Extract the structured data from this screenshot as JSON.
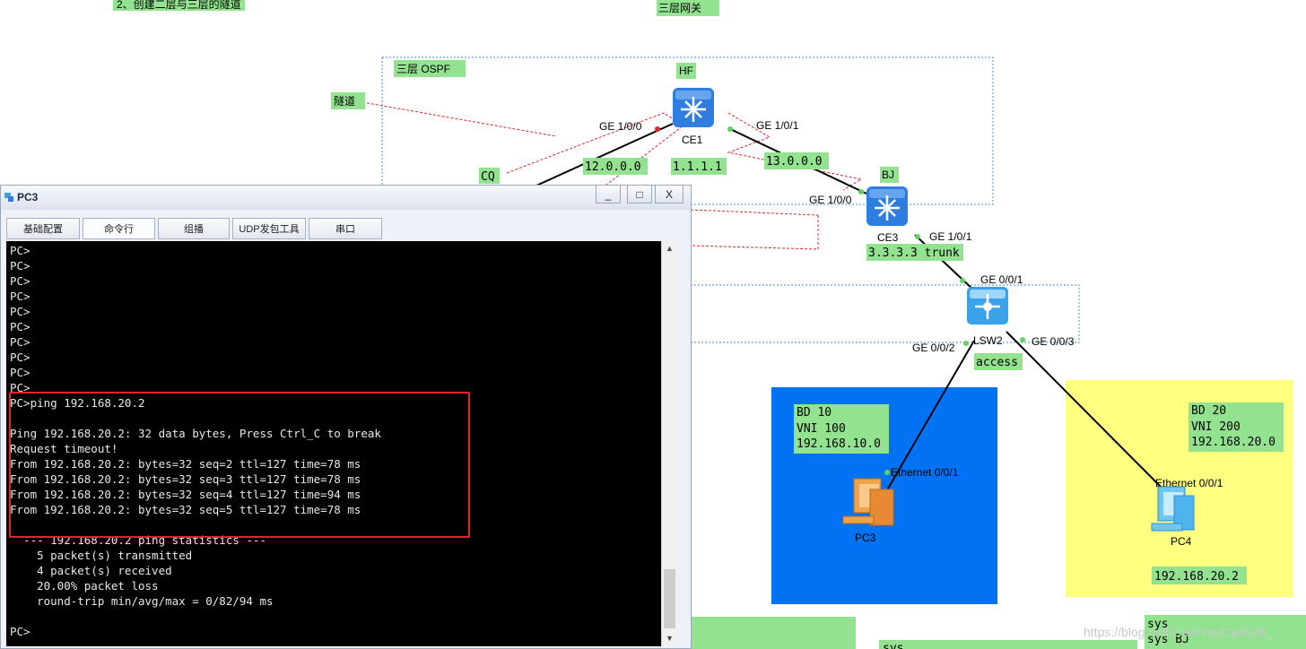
{
  "top_note": "2、创建二层与三层的隧道",
  "labels": {
    "gateway": "三层网关",
    "ospf": "三层 OSPF",
    "tunnel": "隧道",
    "cq": "CQ",
    "hf": "HF",
    "bj": "BJ",
    "net12": "12.0.0.0",
    "net11": "1.1.1.1",
    "net13": "13.0.0.0",
    "net3": "3.3.3.3 trunk",
    "access": "access",
    "bd10": [
      "BD 10",
      "VNI 100",
      "192.168.10.0"
    ],
    "bd20": [
      "BD 20",
      "VNI 200",
      "192.168.20.0"
    ],
    "pc4_ip": "192.168.20.2",
    "sys1": "sys",
    "sys2": "sys BJ",
    "sys3": "sys"
  },
  "devices": {
    "ce1": "CE1",
    "ce3": "CE3",
    "lsw2": "LSW2",
    "pc3": "PC3",
    "pc4": "PC4"
  },
  "ports": {
    "ce1_ge100": "GE 1/0/0",
    "ce1_ge101": "GE 1/0/1",
    "ce3_ge100": "GE 1/0/0",
    "ce3_ge101": "GE 1/0/1",
    "lsw_ge001": "GE 0/0/1",
    "lsw_ge002": "GE 0/0/2",
    "lsw_ge003": "GE 0/0/3",
    "pc3_eth": "Ethernet 0/0/1",
    "pc4_eth": "Ethernet 0/0/1"
  },
  "window": {
    "title": "PC3",
    "min": "_",
    "max": "□",
    "close": "X",
    "tabs": [
      "基础配置",
      "命令行",
      "组播",
      "UDP发包工具",
      "串口"
    ]
  },
  "terminal": [
    "PC>",
    "PC>",
    "PC>",
    "PC>",
    "PC>",
    "PC>",
    "PC>",
    "PC>",
    "PC>",
    "PC>",
    "PC>ping 192.168.20.2",
    "",
    "Ping 192.168.20.2: 32 data bytes, Press Ctrl_C to break",
    "Request timeout!",
    "From 192.168.20.2: bytes=32 seq=2 ttl=127 time=78 ms",
    "From 192.168.20.2: bytes=32 seq=3 ttl=127 time=78 ms",
    "From 192.168.20.2: bytes=32 seq=4 ttl=127 time=94 ms",
    "From 192.168.20.2: bytes=32 seq=5 ttl=127 time=78 ms",
    "",
    "  --- 192.168.20.2 ping statistics ---",
    "    5 packet(s) transmitted",
    "    4 packet(s) received",
    "    20.00% packet loss",
    "    round-trip min/avg/max = 0/82/94 ms",
    "",
    "PC>"
  ],
  "watermark": "https://blog.csdn.net/YouCanDoIt_",
  "colors": {
    "label_green": "#92e28f",
    "bd10_blue": "#0073f5",
    "bd20_yellow": "#ffff80",
    "highlight_red": "#e0262a"
  }
}
